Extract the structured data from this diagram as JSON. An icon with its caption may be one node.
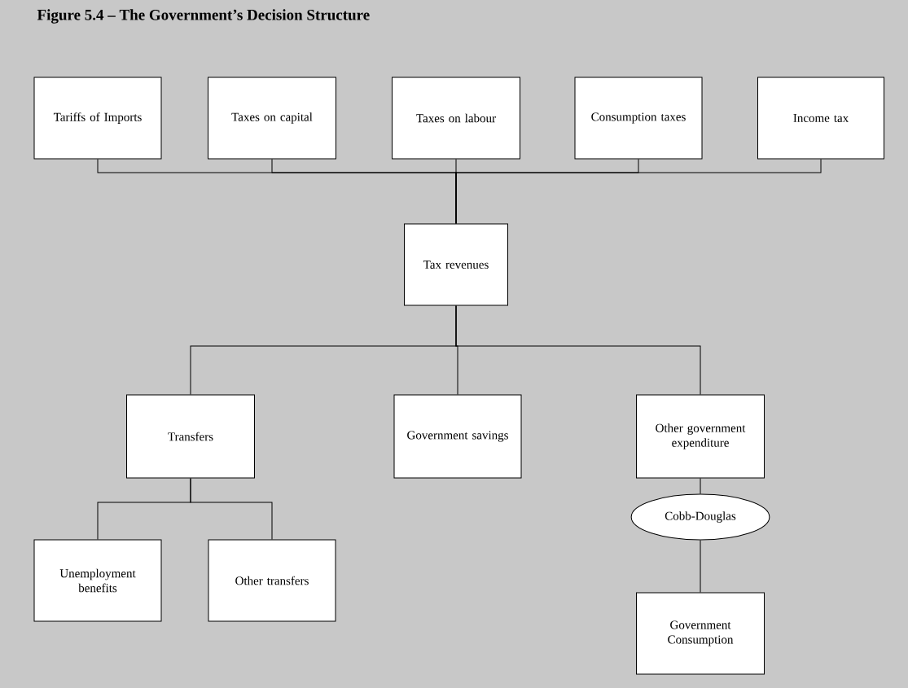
{
  "diagram": {
    "title": "Figure 5.4 – The Government’s Decision Structure",
    "nodes": [
      {
        "text": [
          "Tariffs of Imports"
        ]
      },
      {
        "text": [
          "Taxes on capital"
        ]
      },
      {
        "text": [
          "Taxes on labour"
        ]
      },
      {
        "text": [
          "Consumption taxes"
        ]
      },
      {
        "text": [
          "Income tax"
        ]
      },
      {
        "text": [
          "Tax revenues"
        ]
      },
      {
        "text": [
          "Transfers"
        ]
      },
      {
        "text": [
          "Government savings"
        ]
      },
      {
        "text": [
          "Other government expenditure"
        ]
      },
      {
        "text": [
          "Cobb-Douglas"
        ]
      },
      {
        "text": [
          "Unemployment benefits"
        ]
      },
      {
        "text": [
          "Other transfers"
        ]
      },
      {
        "text": [
          "Government Consumption"
        ]
      }
    ],
    "edges": [
      {
        "from": 0,
        "to": 5,
        "arrow": "none"
      },
      {
        "from": 1,
        "to": 5,
        "arrow": "none"
      },
      {
        "from": 2,
        "to": 5,
        "arrow": "none"
      },
      {
        "from": 3,
        "to": 5,
        "arrow": "none"
      },
      {
        "from": 4,
        "to": 5,
        "arrow": "none"
      },
      {
        "from": 5,
        "to": 6,
        "arrow": "none"
      },
      {
        "from": 5,
        "to": 7,
        "arrow": "none"
      },
      {
        "from": 5,
        "to": 8,
        "arrow": "none"
      },
      {
        "from": 6,
        "to": 10,
        "arrow": "none"
      },
      {
        "from": 6,
        "to": 11,
        "arrow": "none"
      },
      {
        "from": 8,
        "to": 9,
        "arrow": "none"
      },
      {
        "from": 9,
        "to": 12,
        "arrow": "none"
      }
    ]
  }
}
